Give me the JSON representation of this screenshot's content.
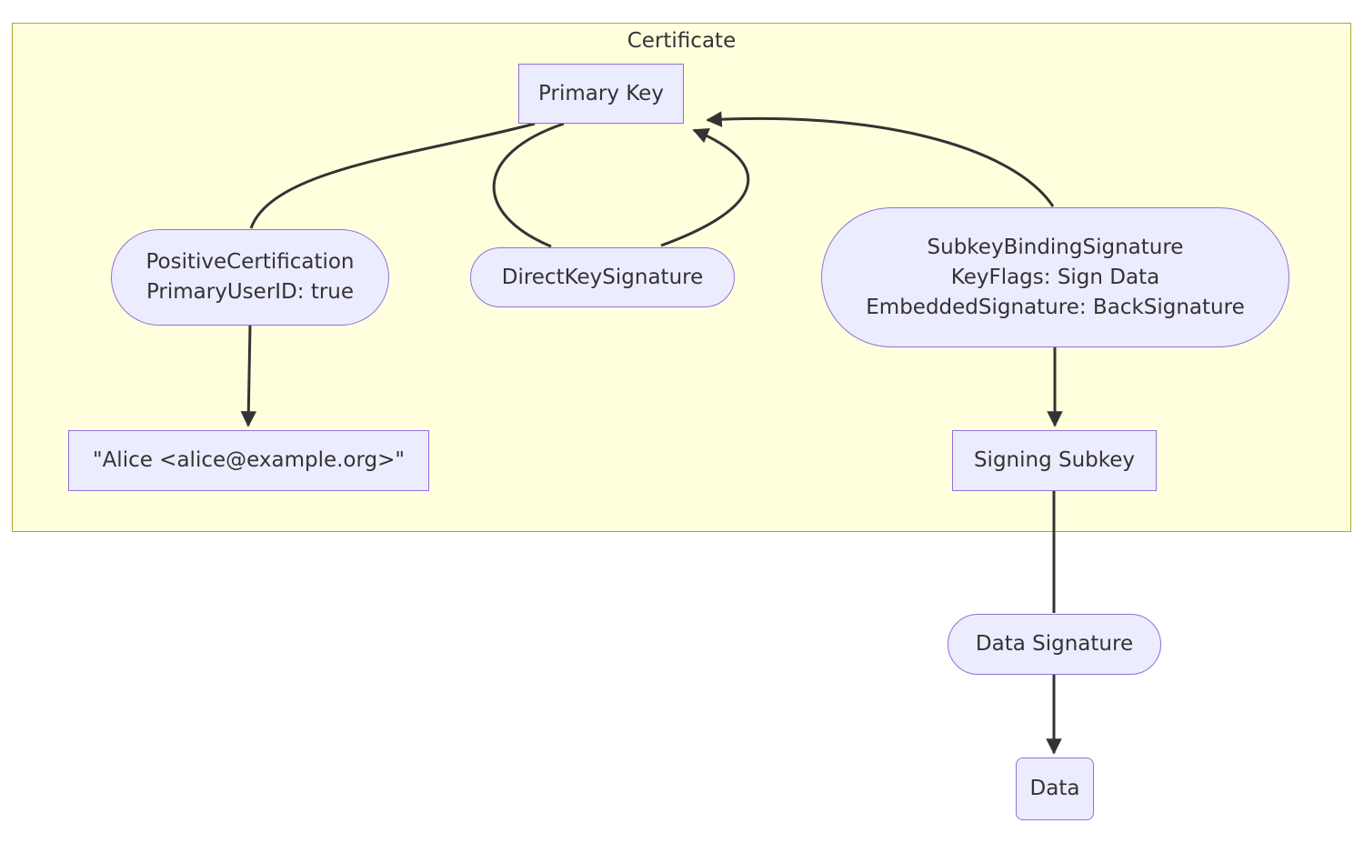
{
  "diagram": {
    "container": {
      "label": "Certificate"
    },
    "nodes": {
      "primary_key": {
        "label": "Primary Key"
      },
      "positive_certification": {
        "lines": [
          "PositiveCertification",
          "PrimaryUserID: true"
        ]
      },
      "direct_key_signature": {
        "label": "DirectKeySignature"
      },
      "subkey_binding_signature": {
        "lines": [
          "SubkeyBindingSignature",
          "KeyFlags: Sign Data",
          "EmbeddedSignature: BackSignature"
        ]
      },
      "user_id": {
        "label": "\"Alice <alice@example.org>\""
      },
      "signing_subkey": {
        "label": "Signing Subkey"
      },
      "data_signature": {
        "label": "Data Signature"
      },
      "data": {
        "label": "Data"
      }
    },
    "edges": [
      {
        "from": "primary_key",
        "to": "positive_certification",
        "arrow": false
      },
      {
        "from": "primary_key",
        "to": "direct_key_signature",
        "arrow": false
      },
      {
        "from": "direct_key_signature",
        "to": "primary_key",
        "arrow": true
      },
      {
        "from": "subkey_binding_signature",
        "to": "primary_key",
        "arrow": true
      },
      {
        "from": "positive_certification",
        "to": "user_id",
        "arrow": true
      },
      {
        "from": "subkey_binding_signature",
        "to": "signing_subkey",
        "arrow": true
      },
      {
        "from": "signing_subkey",
        "to": "data_signature",
        "arrow": false
      },
      {
        "from": "data_signature",
        "to": "data",
        "arrow": true
      }
    ],
    "colors": {
      "container_fill": "#ffffde",
      "container_border": "#aaaa33",
      "node_fill": "#ececff",
      "node_border": "#9370db",
      "edge": "#333333",
      "text": "#333333"
    }
  }
}
